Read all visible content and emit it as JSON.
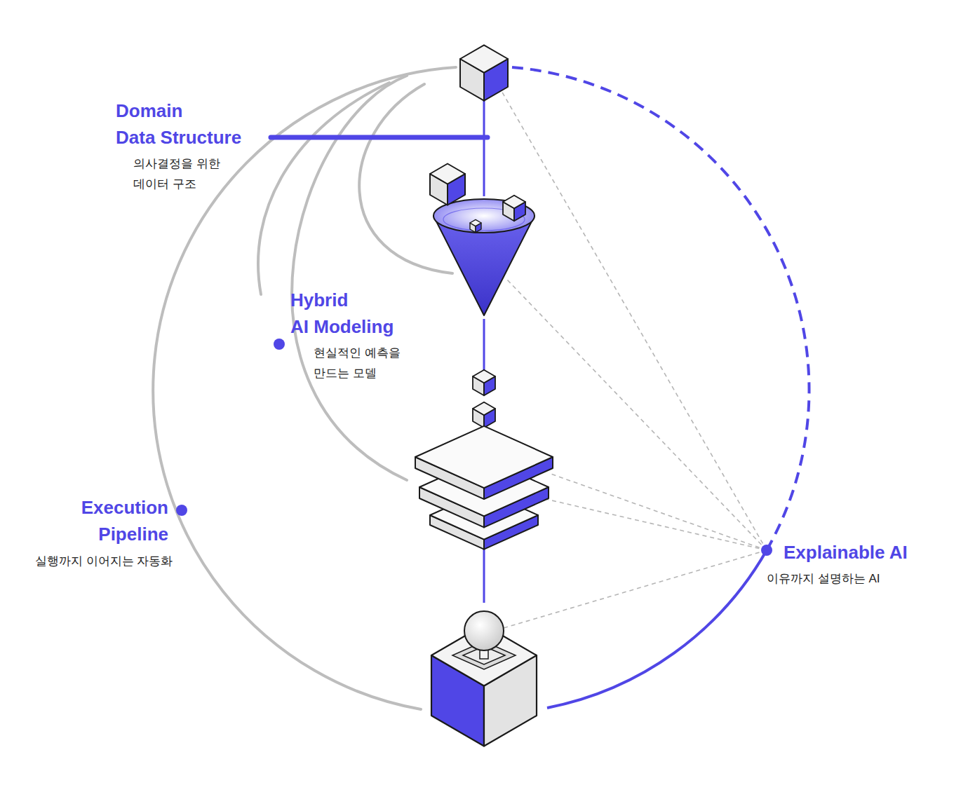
{
  "diagram": {
    "labels": [
      "Domain Data Structure",
      "의사결정을 위한 데이터 구조",
      "Hybrid AI Modeling",
      "현실적인 예측을 만드는 모델",
      "Execution Pipeline",
      "실행까지 이어지는 자동화",
      "Explainable AI",
      "이유까지 설명하는 AI"
    ]
  }
}
